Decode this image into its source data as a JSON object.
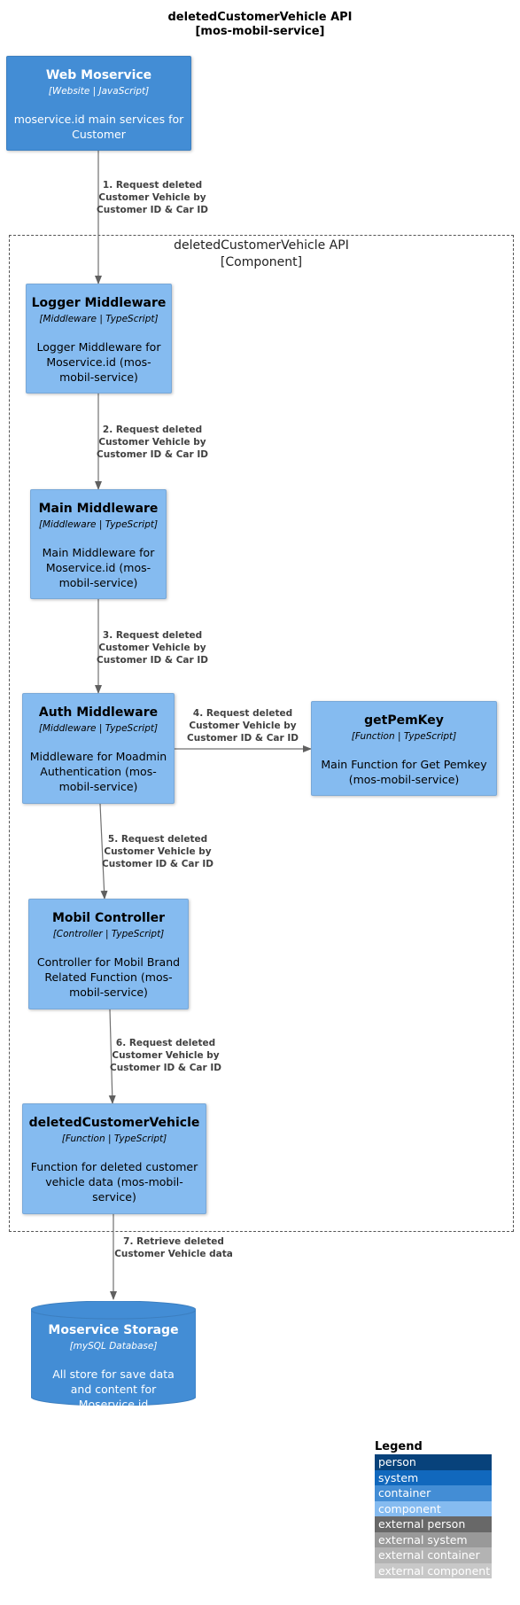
{
  "title": [
    "deletedCustomerVehicle API",
    "[mos-mobil-service]"
  ],
  "boundary": {
    "name": "deletedCustomerVehicle API",
    "type": "[Component]"
  },
  "nodes": {
    "web": {
      "name": "Web Moservice",
      "tech": "[Website | JavaScript]",
      "desc": "moservice.id main services for Customer"
    },
    "logger": {
      "name": "Logger Middleware",
      "tech": "[Middleware | TypeScript]",
      "desc": "Logger Middleware for Moservice.id (mos-mobil-service)"
    },
    "main": {
      "name": "Main Middleware",
      "tech": "[Middleware | TypeScript]",
      "desc": "Main Middleware for Moservice.id (mos-mobil-service)"
    },
    "auth": {
      "name": "Auth Middleware",
      "tech": "[Middleware | TypeScript]",
      "desc": "Middleware for Moadmin Authentication (mos-mobil-service)"
    },
    "getpem": {
      "name": "getPemKey",
      "tech": "[Function | TypeScript]",
      "desc": "Main Function for Get Pemkey (mos-mobil-service)"
    },
    "mobil": {
      "name": "Mobil Controller",
      "tech": "[Controller | TypeScript]",
      "desc": "Controller for Mobil Brand Related Function (mos-mobil-service)"
    },
    "deleted": {
      "name": "deletedCustomerVehicle",
      "tech": "[Function | TypeScript]",
      "desc": "Function for deleted customer vehicle data (mos-mobil-service)"
    },
    "storage": {
      "name": "Moservice Storage",
      "tech": "[mySQL Database]",
      "desc": "All store for save data and content for Moservice.id"
    }
  },
  "edges": {
    "e1": "1. Request deleted Customer Vehicle by Customer ID & Car ID",
    "e2": "2. Request deleted Customer Vehicle by Customer ID & Car ID",
    "e3": "3. Request deleted Customer Vehicle by Customer ID & Car ID",
    "e4": "4. Request deleted Customer Vehicle by Customer ID & Car ID",
    "e5": "5. Request deleted Customer Vehicle by Customer ID & Car ID",
    "e6": "6. Request deleted Customer Vehicle by Customer ID & Car ID",
    "e7": "7. Retrieve deleted Customer Vehicle data"
  },
  "legend": {
    "title": "Legend",
    "items": [
      {
        "label": "person",
        "color": "#08427B",
        "text": "#ffffff"
      },
      {
        "label": "system",
        "color": "#1168BD",
        "text": "#ffffff"
      },
      {
        "label": "container",
        "color": "#438DD5",
        "text": "#ffffff"
      },
      {
        "label": "component",
        "color": "#85BBF0",
        "text": "#ffffff"
      },
      {
        "label": "external person",
        "color": "#686868",
        "text": "#ffffff"
      },
      {
        "label": "external system",
        "color": "#999999",
        "text": "#ffffff"
      },
      {
        "label": "external container",
        "color": "#B3B3B3",
        "text": "#ffffff"
      },
      {
        "label": "external component",
        "color": "#C8C8C8",
        "text": "#ffffff"
      }
    ]
  }
}
